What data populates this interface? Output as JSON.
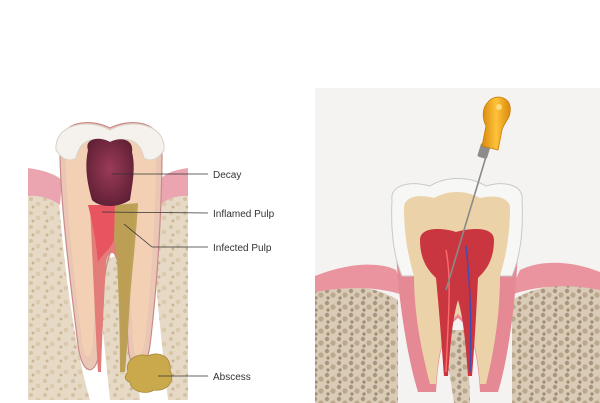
{
  "labels": {
    "decay": "Decay",
    "inflamed_pulp": "Inflamed Pulp",
    "infected_pulp": "Infected Pulp",
    "abscess": "Abscess"
  },
  "colors": {
    "gum": "#e9a3ad",
    "bone": "#e8dcc8",
    "enamel": "#f4f1ec",
    "dentin": "#f2c8a6",
    "decay": "#7a2d45",
    "inflamed": "#e8545f",
    "infected": "#b39a4a",
    "handle": "#f2a51a"
  },
  "figures": [
    {
      "name": "infected-tooth-cross-section"
    },
    {
      "name": "root-canal-treatment-illustration"
    }
  ]
}
